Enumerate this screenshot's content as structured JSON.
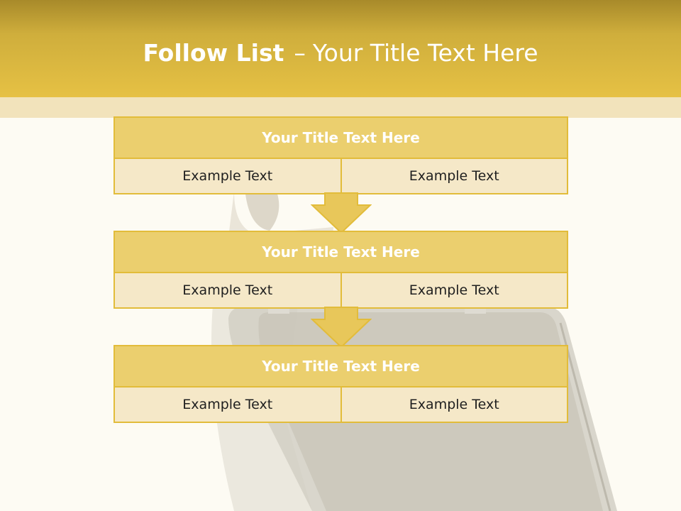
{
  "slide": {
    "title_bold": "Follow List",
    "title_sep": "–",
    "title_rest": "Your Title Text Here"
  },
  "steps": [
    {
      "title": "Your Title Text Here",
      "left": "Example Text",
      "right": "Example Text"
    },
    {
      "title": "Your Title Text Here",
      "left": "Example Text",
      "right": "Example Text"
    },
    {
      "title": "Your Title Text Here",
      "left": "Example Text",
      "right": "Example Text"
    }
  ],
  "colors": {
    "header": "#e6c144",
    "box_border": "#e2bc3a",
    "box_title_bg": "#ebcf6e",
    "cell_bg": "#f5e8c8",
    "arrow": "#e8c75a"
  }
}
